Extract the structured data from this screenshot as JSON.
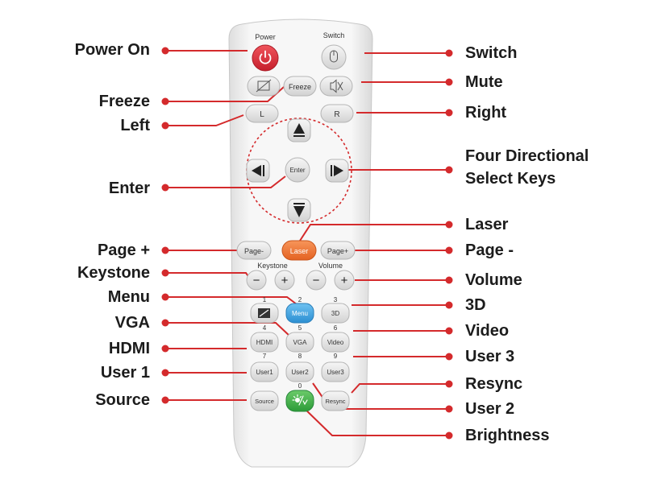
{
  "remote": {
    "top_labels": {
      "power": "Power",
      "switch": "Switch"
    },
    "buttons": {
      "freeze": "Freeze",
      "left": "L",
      "right": "R",
      "enter": "Enter",
      "page_minus": "Page-",
      "laser": "Laser",
      "page_plus": "Page+",
      "menu": "Menu",
      "three_d": "3D",
      "hdmi": "HDMI",
      "vga": "VGA",
      "video": "Video",
      "user1": "User1",
      "user2": "User2",
      "user3": "User3",
      "source": "Source",
      "resync": "Resync"
    },
    "group_labels": {
      "keystone": "Keystone",
      "volume": "Volume"
    },
    "number_labels": [
      "1",
      "2",
      "3",
      "4",
      "5",
      "6",
      "7",
      "8",
      "9",
      "0"
    ],
    "glyphs": {
      "minus": "−",
      "plus": "+"
    }
  },
  "callouts": {
    "left": [
      "Power On",
      "Freeze",
      "Left",
      "Enter",
      "Page +",
      "Keystone",
      "Menu",
      "VGA",
      "HDMI",
      "User 1",
      "Source"
    ],
    "right": [
      "Switch",
      "Mute",
      "Right",
      "Four Directional\nSelect Keys",
      "Laser",
      "Page -",
      "Volume",
      "3D",
      "Video",
      "User 3",
      "Resync",
      "User 2",
      "Brightness"
    ]
  },
  "colors": {
    "leader": "#d42a2c",
    "remote_body": "#f3f3f3",
    "button": "#e2e2e2",
    "power_button": "#e0343f",
    "laser_button": "#f07a37",
    "menu_button": "#45a9e6",
    "brightness_button": "#49b751"
  }
}
